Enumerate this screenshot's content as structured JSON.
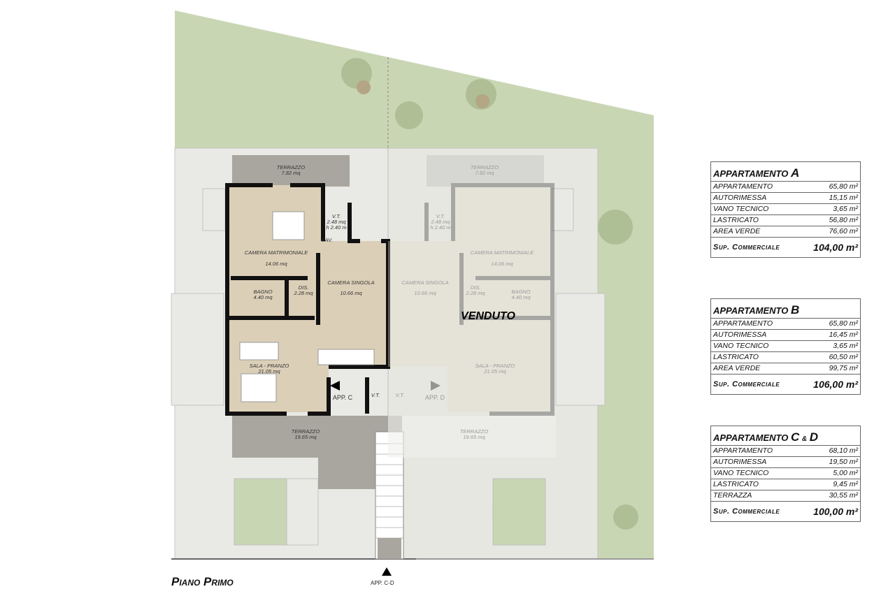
{
  "plan": {
    "title": "Piano Primo",
    "entrance_label": "APP. C-D",
    "sold_label": "VENDUTO",
    "colors": {
      "grass": "#c9d6b4",
      "paving": "#e6e6e2",
      "terrace": "#a8a69e",
      "floor": "#dccfb8",
      "wall": "#111111"
    },
    "unit_c": {
      "terrazzo_top": {
        "name": "TERRAZZO",
        "area": "7.82 mq"
      },
      "vt_top": {
        "name": "V.T.",
        "area": "2.48 mq",
        "height": "h 2.40 m"
      },
      "lav": "LAV.",
      "camera_matrimoniale": {
        "name": "CAMERA MATRIMONIALE",
        "area": "14.06 mq"
      },
      "camera_singola": {
        "name": "CAMERA SINGOLA",
        "area": "10.66 mq"
      },
      "bagno": {
        "name": "BAGNO",
        "area": "4.40 mq"
      },
      "dis": {
        "name": "DIS.",
        "area": "2.28 mq"
      },
      "sala_pranzo": {
        "name": "SALA - PRANZO",
        "area": "21.05 mq"
      },
      "entrance": "APP. C",
      "vt_bottom": "V.T.",
      "terrazzo_bottom": {
        "name": "TERRAZZO",
        "area": "19.65 mq"
      }
    },
    "unit_d": {
      "terrazzo_top": {
        "name": "TERRAZZO",
        "area": "7.82 mq"
      },
      "vt_top": {
        "name": "V.T.",
        "area": "2.48 mq",
        "height": "h 2.40 m"
      },
      "camera_matrimoniale": {
        "name": "CAMERA MATRIMONIALE",
        "area": "14.06 mq"
      },
      "camera_singola": {
        "name": "CAMERA SINGOLA",
        "area": "10.66 mq"
      },
      "bagno": {
        "name": "BAGNO",
        "area": "4.40 mq"
      },
      "dis": {
        "name": "DIS.",
        "area": "2.28 mq"
      },
      "sala_pranzo": {
        "name": "SALA - PRANZO",
        "area": "21.05 mq"
      },
      "entrance": "APP. D",
      "vt_bottom": "V.T.",
      "terrazzo_bottom": {
        "name": "TERRAZZO",
        "area": "19.65 mq"
      }
    }
  },
  "tables": [
    {
      "title": "APPARTAMENTO",
      "letter": "A",
      "rows": [
        {
          "k": "APPARTAMENTO",
          "v": "65,80 m²"
        },
        {
          "k": "AUTORIMESSA",
          "v": "15,15 m²"
        },
        {
          "k": "VANO TECNICO",
          "v": "3,65 m²"
        },
        {
          "k": "LASTRICATO",
          "v": "56,80 m²"
        },
        {
          "k": "AREA VERDE",
          "v": "76,60 m²"
        }
      ],
      "total_label": "Sup. Commerciale",
      "total": "104,00 m²"
    },
    {
      "title": "APPARTAMENTO",
      "letter": "B",
      "rows": [
        {
          "k": "APPARTAMENTO",
          "v": "65,80 m²"
        },
        {
          "k": "AUTORIMESSA",
          "v": "16,45 m²"
        },
        {
          "k": "VANO TECNICO",
          "v": "3,65 m²"
        },
        {
          "k": "LASTRICATO",
          "v": "60,50 m²"
        },
        {
          "k": "AREA VERDE",
          "v": "99,75 m²"
        }
      ],
      "total_label": "Sup. Commerciale",
      "total": "106,00 m²"
    },
    {
      "title": "APPARTAMENTO",
      "letter": "C",
      "amp": "&",
      "letter2": "D",
      "rows": [
        {
          "k": "APPARTAMENTO",
          "v": "68,10 m²"
        },
        {
          "k": "AUTORIMESSA",
          "v": "19,50 m²"
        },
        {
          "k": "VANO TECNICO",
          "v": "5,00 m²"
        },
        {
          "k": "LASTRICATO",
          "v": "9,45 m²"
        },
        {
          "k": "TERRAZZA",
          "v": "30,55 m²"
        }
      ],
      "total_label": "Sup. Commerciale",
      "total": "100,00 m²"
    }
  ]
}
